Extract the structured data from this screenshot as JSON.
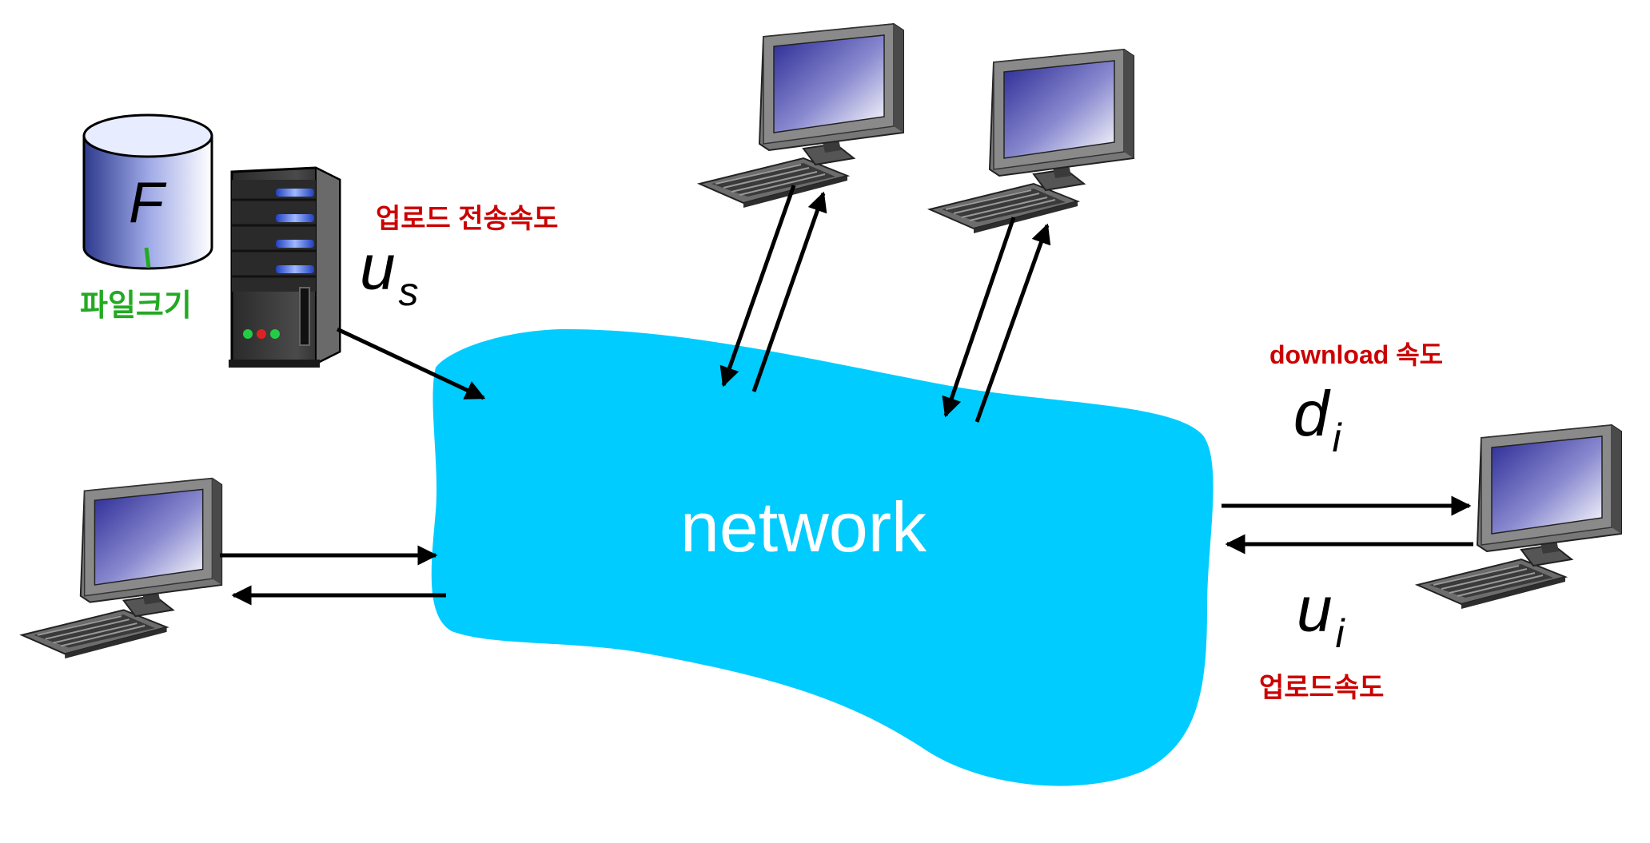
{
  "cloud": {
    "label": "network"
  },
  "file": {
    "symbol": "F"
  },
  "server": {
    "rate_label": "u",
    "rate_sub": "s"
  },
  "peer_right": {
    "download_label": "d",
    "download_sub": "i",
    "upload_label": "u",
    "upload_sub": "i"
  },
  "annotations": {
    "server_upload_note": "업로드 전송속도",
    "file_size_note": "파일크기",
    "download_note": "download 속도",
    "peer_upload_note": "업로드속도"
  },
  "colors": {
    "cloud": "#00ccff",
    "red_annotation": "#cc0000",
    "green_annotation": "#22aa22",
    "screen_blue": "#2f2f9a"
  },
  "icons": [
    "disk-icon",
    "server-icon",
    "computer-icon",
    "arrow-icon"
  ]
}
